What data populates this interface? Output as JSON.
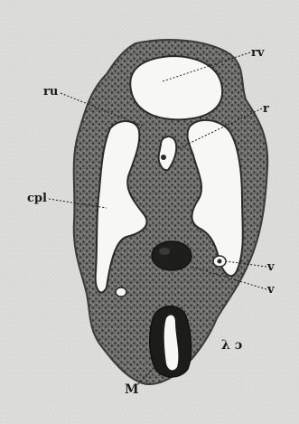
{
  "figure": {
    "labels": {
      "rv": "rv",
      "ru": "ru",
      "r": "r",
      "cpl": "cpl",
      "v1": "v",
      "v2": "v",
      "lam": "λ ɔ",
      "M": "M"
    },
    "colors": {
      "paper": "#dcdcd8",
      "tissue": "#6d6d6b",
      "tissue_edge": "#3a3a38",
      "cavity": "#f7f7f4",
      "dots": "#2a2a28",
      "ink": "#1a1a1a"
    }
  }
}
